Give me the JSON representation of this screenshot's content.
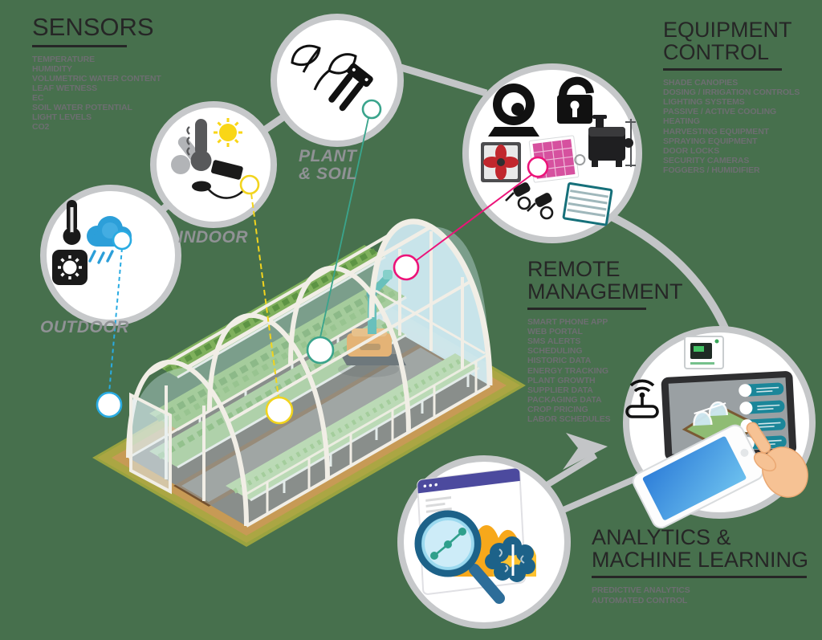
{
  "colors": {
    "background": "#47704d",
    "connector_gray": "#c3c5c7",
    "circle_ring_gray": "#c6c8ca",
    "title_text": "#262626",
    "list_text": "#6d6e71",
    "sublabel_text": "#909295",
    "callout_blue": "#29abe2",
    "callout_yellow": "#f2d41e",
    "callout_teal": "#3aa48c",
    "callout_magenta": "#ec1379",
    "greenhouse_structure": "#f1eee6",
    "greenhouse_glazing": "#cfe9f3",
    "robot_orange": "#f0922b",
    "robot_teal": "#2aa79b"
  },
  "sensors": {
    "title": "SENSORS",
    "items": [
      "TEMPERATURE",
      "HUMIDITY",
      "VOLUMETRIC WATER CONTENT",
      "LEAF WETNESS",
      "EC",
      "SOIL WATER POTENTIAL",
      "LIGHT LEVELS",
      "CO2"
    ],
    "sublabels": {
      "outdoor": "OUTDOOR",
      "indoor": "INDOOR",
      "plant_soil": "PLANT & SOIL"
    }
  },
  "equipment_control": {
    "title_lines": [
      "EQUIPMENT",
      "CONTROL"
    ],
    "items": [
      "SHADE CANOPIES",
      "DOSING / IRRIGATION CONTROLS",
      "LIGHTING SYSTEMS",
      "PASSIVE / ACTIVE COOLING",
      "HEATING",
      "HARVESTING EQUIPMENT",
      "SPRAYING EQUIPMENT",
      "DOOR LOCKS",
      "SECURITY CAMERAS",
      "FOGGERS / HUMIDIFIER"
    ]
  },
  "remote_management": {
    "title_lines": [
      "REMOTE",
      "MANAGEMENT"
    ],
    "items": [
      "SMART PHONE APP",
      "WEB PORTAL",
      "SMS ALERTS",
      "SCHEDULING",
      "HISTORIC DATA",
      "ENERGY TRACKING",
      "PLANT GROWTH",
      "SUPPLIER DATA",
      "PACKAGING DATA",
      "CROP PRICING",
      "LABOR SCHEDULES"
    ]
  },
  "analytics_ml": {
    "title_lines": [
      "ANALYTICS &",
      "MACHINE LEARNING"
    ],
    "items": [
      "PREDICTIVE ANALYTICS",
      "AUTOMATED CONTROL"
    ]
  },
  "icons": {
    "outdoor_circle": [
      "thermometer-icon",
      "sun-icon",
      "rain-cloud-icon"
    ],
    "indoor_circle": [
      "thermometer-icon",
      "sun-icon",
      "data-logger-icon",
      "sensor-puck-icon"
    ],
    "plant_soil_circle": [
      "leaf-icon",
      "soil-probe-icon"
    ],
    "equipment_circle": [
      "webcam-icon",
      "padlock-icon",
      "exhaust-fan-icon",
      "grow-light-icon",
      "heater-icon",
      "sprayer-icon",
      "louver-vent-icon"
    ],
    "remote_circle": [
      "controller-box-icon",
      "wifi-router-icon",
      "tablet-icon",
      "hand-pointer-icon",
      "smartphone-icon"
    ],
    "analytics_circle": [
      "browser-window-icon",
      "wave-chart-icon",
      "brain-icon",
      "magnifier-chart-icon"
    ],
    "center": "greenhouse-illustration"
  }
}
